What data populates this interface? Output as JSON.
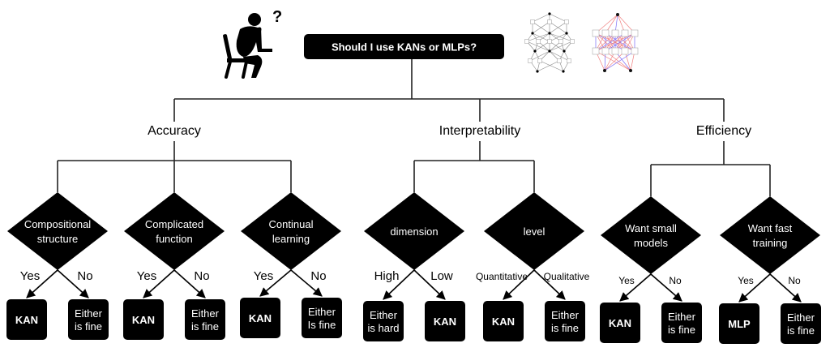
{
  "root": {
    "question": "Should I use KANs or MLPs?"
  },
  "thinker_icon": {
    "symbol": "?"
  },
  "colors": {
    "node_fill": "#000000",
    "node_text": "#ffffff",
    "line": "#222222",
    "kan_edge": "#888888",
    "mlp_edge_red": "#f08080",
    "mlp_edge_blue": "#7b6cf6"
  },
  "categories": [
    {
      "name": "Accuracy",
      "decisions": [
        {
          "question": [
            "Compositional",
            "structure"
          ],
          "branches": [
            {
              "edge": "Yes",
              "outcome": [
                "KAN"
              ]
            },
            {
              "edge": "No",
              "outcome": [
                "Either",
                "is fine"
              ]
            }
          ]
        },
        {
          "question": [
            "Complicated",
            "function"
          ],
          "branches": [
            {
              "edge": "Yes",
              "outcome": [
                "KAN"
              ]
            },
            {
              "edge": "No",
              "outcome": [
                "Either",
                "is fine"
              ]
            }
          ]
        },
        {
          "question": [
            "Continual",
            "learning"
          ],
          "branches": [
            {
              "edge": "Yes",
              "outcome": [
                "KAN"
              ]
            },
            {
              "edge": "No",
              "outcome": [
                "Either",
                "Is fine"
              ]
            }
          ]
        }
      ]
    },
    {
      "name": "Interpretability",
      "decisions": [
        {
          "question": [
            "dimension"
          ],
          "branches": [
            {
              "edge": "High",
              "outcome": [
                "Either",
                "is hard"
              ]
            },
            {
              "edge": "Low",
              "outcome": [
                "KAN"
              ]
            }
          ]
        },
        {
          "question": [
            "level"
          ],
          "branches": [
            {
              "edge": "Quantitative",
              "outcome": [
                "KAN"
              ]
            },
            {
              "edge": "Qualitative",
              "outcome": [
                "Either",
                "is fine"
              ]
            }
          ]
        }
      ]
    },
    {
      "name": "Efficiency",
      "decisions": [
        {
          "question": [
            "Want small",
            "models"
          ],
          "branches": [
            {
              "edge": "Yes",
              "outcome": [
                "KAN"
              ]
            },
            {
              "edge": "No",
              "outcome": [
                "Either",
                "is fine"
              ]
            }
          ]
        },
        {
          "question": [
            "Want fast",
            "training"
          ],
          "branches": [
            {
              "edge": "Yes",
              "outcome": [
                "MLP"
              ]
            },
            {
              "edge": "No",
              "outcome": [
                "Either",
                "is fine"
              ]
            }
          ]
        }
      ]
    }
  ]
}
